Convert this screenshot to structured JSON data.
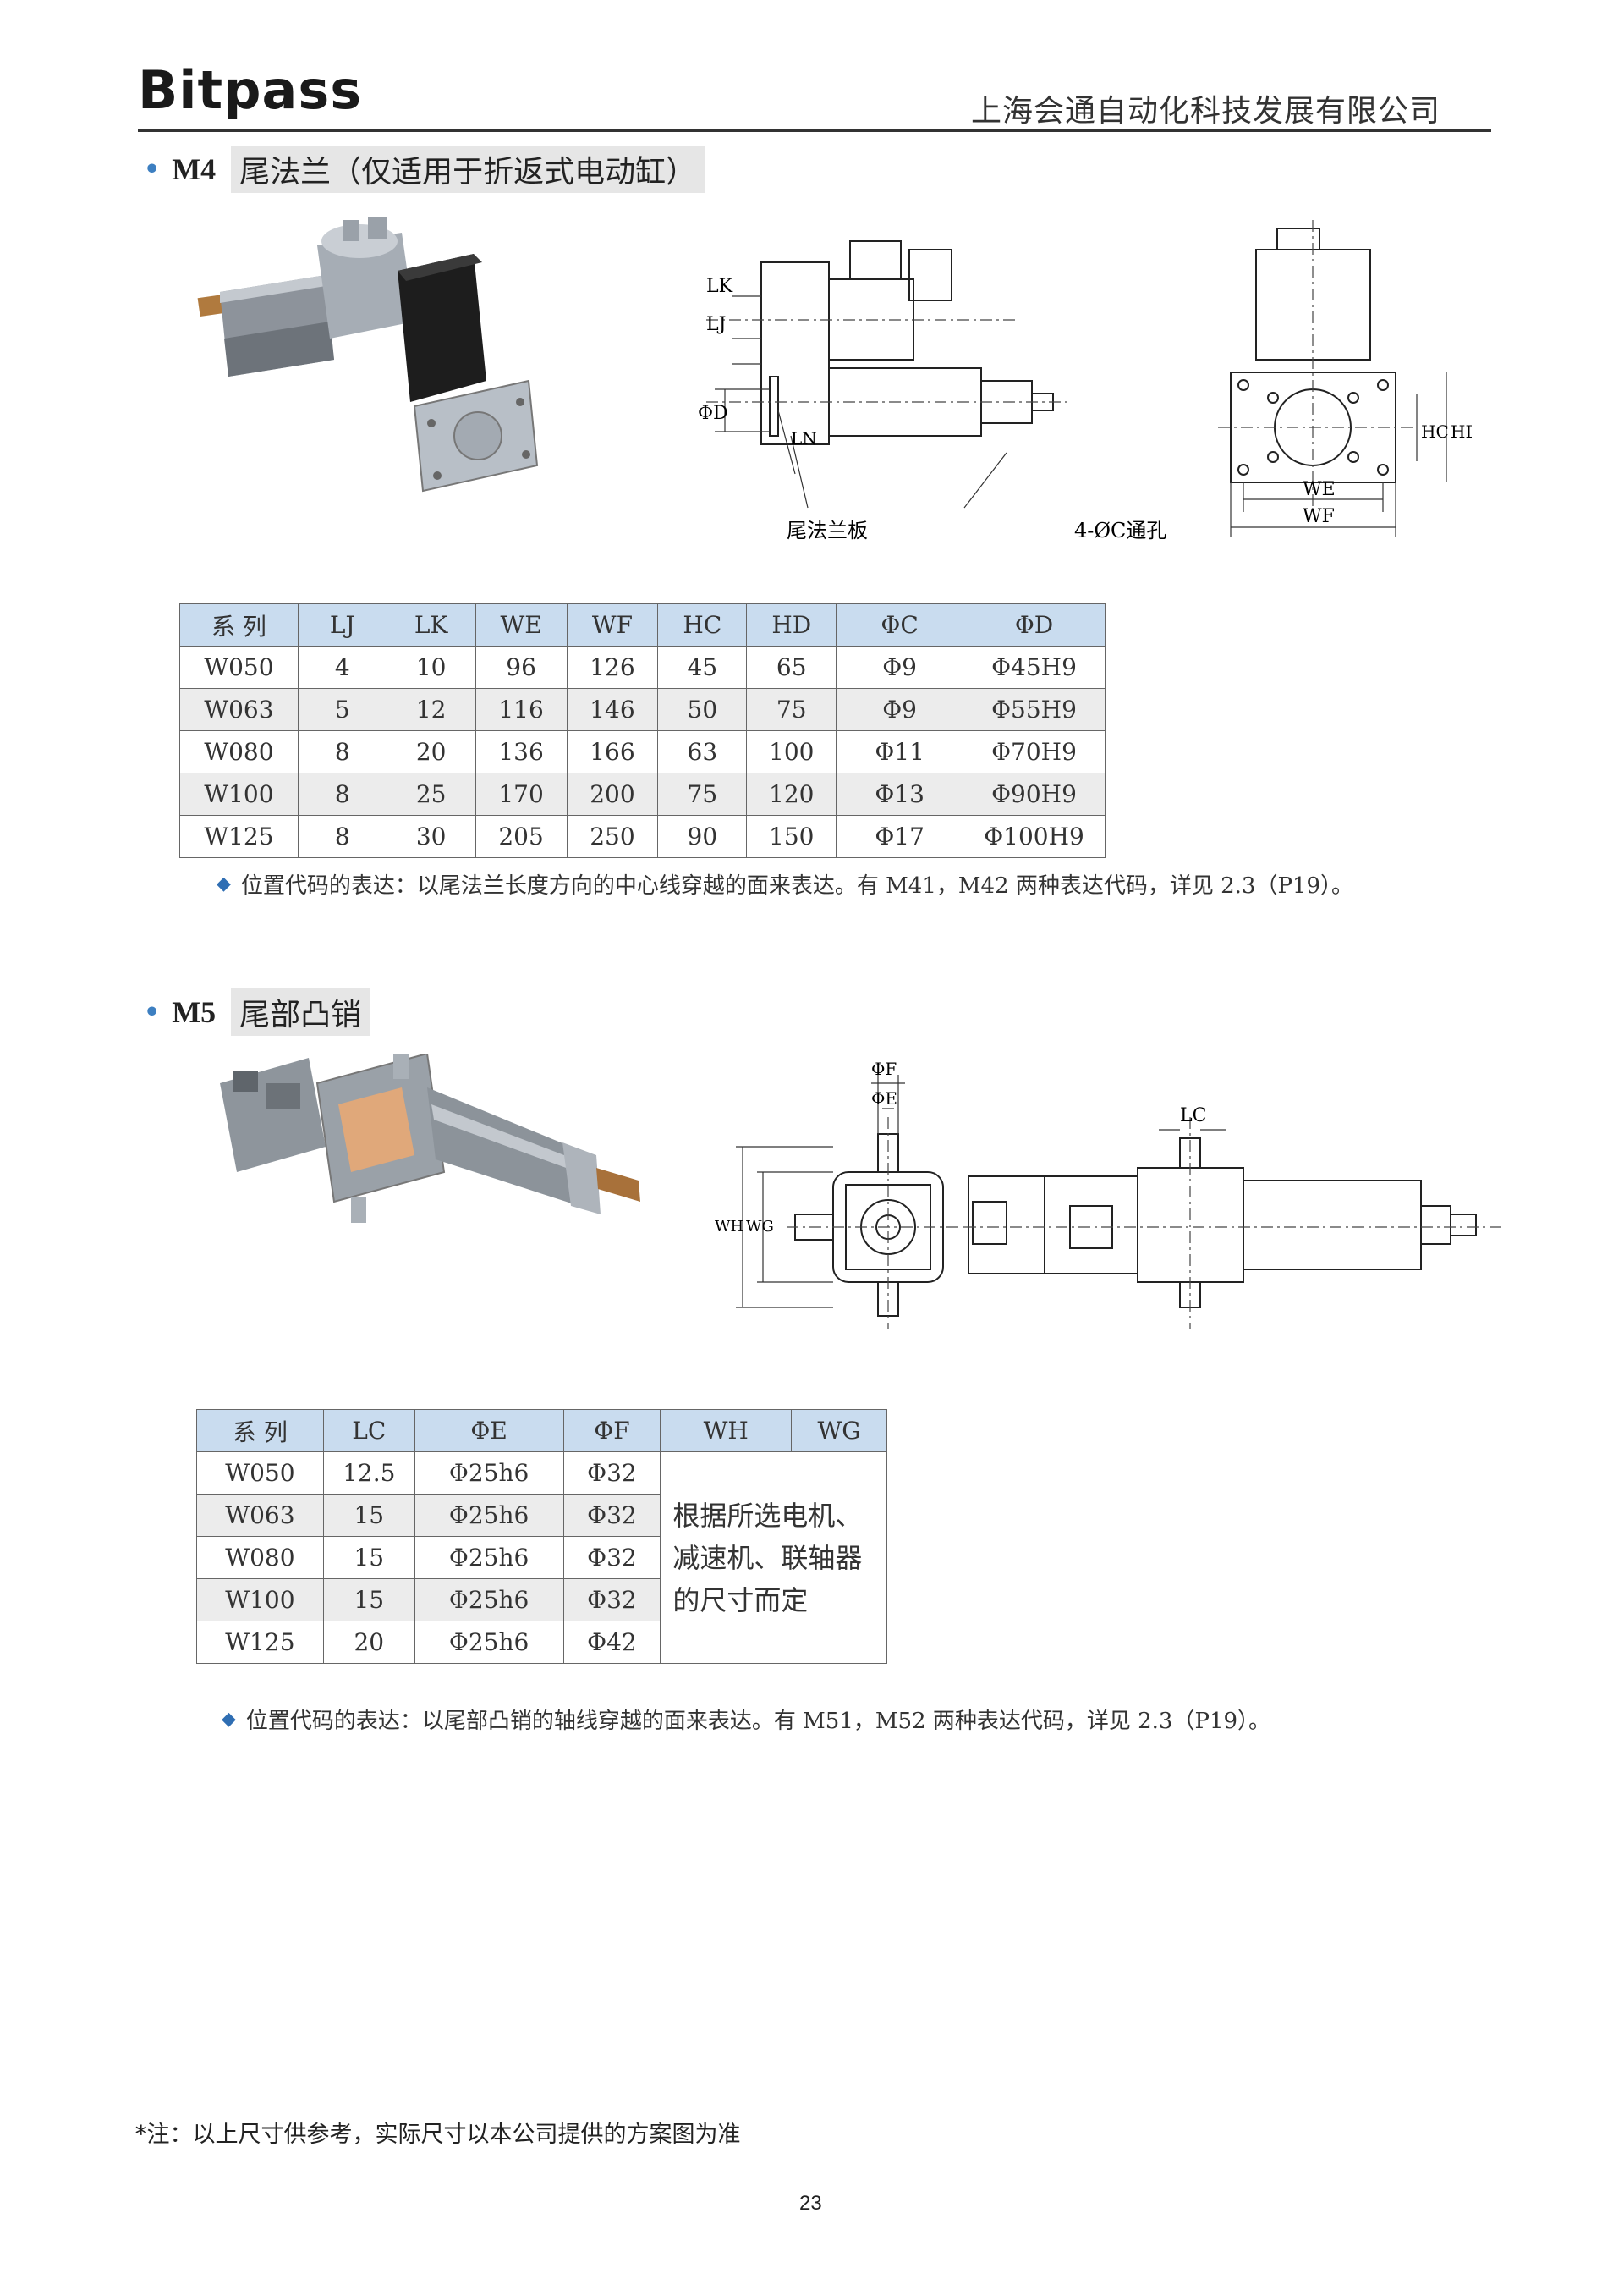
{
  "header": {
    "logo": "Bitpass",
    "company": "上海会通自动化科技发展有限公司"
  },
  "m4": {
    "code": "M4",
    "title": "尾法兰（仅适用于折返式电动缸）",
    "drawing_labels": {
      "lk": "LK",
      "lj": "LJ",
      "phi_d": "ΦD",
      "ln": "LN",
      "plate": "尾法兰板",
      "holes": "4-ØC通孔",
      "we": "WE",
      "wf": "WF",
      "hc": "HC",
      "hd": "HD"
    },
    "table": {
      "headers": [
        "系 列",
        "LJ",
        "LK",
        "WE",
        "WF",
        "HC",
        "HD",
        "ΦC",
        "ΦD"
      ],
      "rows": [
        [
          "W050",
          "4",
          "10",
          "96",
          "126",
          "45",
          "65",
          "Φ9",
          "Φ45H9"
        ],
        [
          "W063",
          "5",
          "12",
          "116",
          "146",
          "50",
          "75",
          "Φ9",
          "Φ55H9"
        ],
        [
          "W080",
          "8",
          "20",
          "136",
          "166",
          "63",
          "100",
          "Φ11",
          "Φ70H9"
        ],
        [
          "W100",
          "8",
          "25",
          "170",
          "200",
          "75",
          "120",
          "Φ13",
          "Φ90H9"
        ],
        [
          "W125",
          "8",
          "30",
          "205",
          "250",
          "90",
          "150",
          "Φ17",
          "Φ100H9"
        ]
      ]
    },
    "note": "位置代码的表达：以尾法兰长度方向的中心线穿越的面来表达。有 M41，M42 两种表达代码，详见 2.3（P19）。"
  },
  "m5": {
    "code": "M5",
    "title": "尾部凸销",
    "drawing_labels": {
      "phi_f": "ΦF",
      "phi_e": "ΦE",
      "lc": "LC",
      "wh": "WH",
      "wg": "WG"
    },
    "table": {
      "headers": [
        "系 列",
        "LC",
        "ΦE",
        "ΦF",
        "WH",
        "WG"
      ],
      "rows": [
        [
          "W050",
          "12.5",
          "Φ25h6",
          "Φ32"
        ],
        [
          "W063",
          "15",
          "Φ25h6",
          "Φ32"
        ],
        [
          "W080",
          "15",
          "Φ25h6",
          "Φ32"
        ],
        [
          "W100",
          "15",
          "Φ25h6",
          "Φ32"
        ],
        [
          "W125",
          "20",
          "Φ25h6",
          "Φ42"
        ]
      ],
      "merged_text": "根据所选电机、减速机、联轴器的尺寸而定"
    },
    "note": "位置代码的表达：以尾部凸销的轴线穿越的面来表达。有 M51，M52 两种表达代码，详见 2.3（P19）。"
  },
  "footnote": "*注：以上尺寸供参考，实际尺寸以本公司提供的方案图为准",
  "page_number": "23"
}
